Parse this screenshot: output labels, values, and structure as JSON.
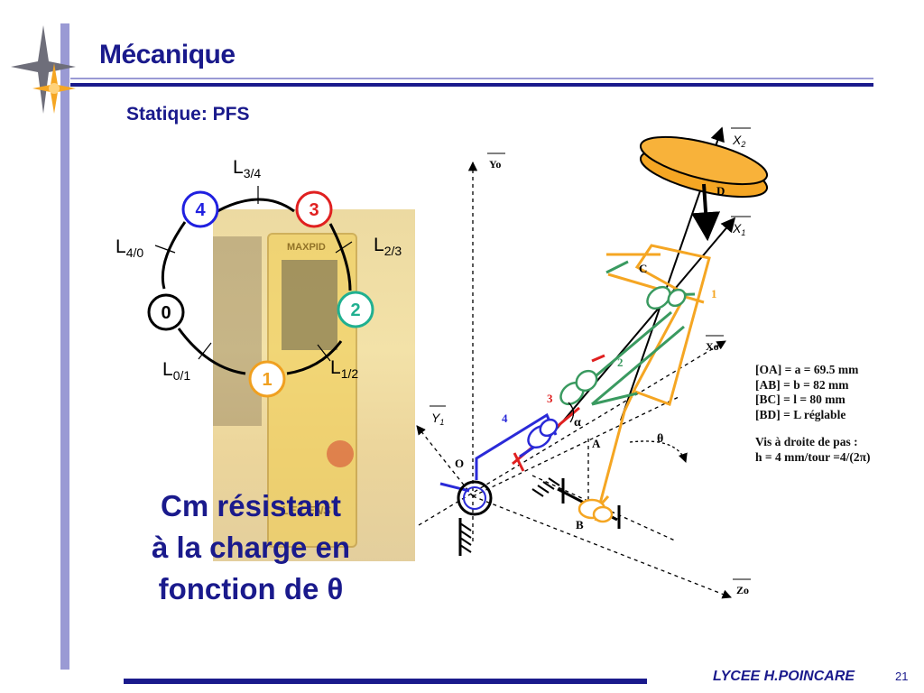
{
  "title": "Mécanique",
  "subtitle": "Statique: PFS",
  "graph": {
    "nodes": [
      {
        "id": "0",
        "color": "#000000"
      },
      {
        "id": "1",
        "color": "#f0a020"
      },
      {
        "id": "2",
        "color": "#20b090"
      },
      {
        "id": "3",
        "color": "#e02020"
      },
      {
        "id": "4",
        "color": "#2020e0"
      }
    ],
    "links": [
      {
        "main": "L",
        "sub": "3/4"
      },
      {
        "main": "L",
        "sub": "4/0"
      },
      {
        "main": "L",
        "sub": "2/3"
      },
      {
        "main": "L",
        "sub": "0/1"
      },
      {
        "main": "L",
        "sub": "1/2"
      }
    ]
  },
  "photo_labels": [
    "MAXPID",
    "LE LENS"
  ],
  "main_text": [
    "Cm résistant",
    "à la charge en",
    "fonction de θ"
  ],
  "diagram": {
    "axes": {
      "yo": "Yo",
      "xo": "Xo",
      "zo": "Zo",
      "x1": "X",
      "x1_sub": "1",
      "x2": "X",
      "x2_sub": "2",
      "y1": "Y",
      "y1_sub": "1"
    },
    "points": {
      "o": "O",
      "a": "A",
      "b": "B",
      "c": "C",
      "d": "D"
    },
    "solid_labels": {
      "s1": "1",
      "s2": "2",
      "s3": "3",
      "s4": "4"
    },
    "angles": {
      "theta": "θ",
      "alpha": "α"
    },
    "colors": {
      "solid1": "#f5a623",
      "solid2": "#3a9a60",
      "solid3": "#e02020",
      "solid4": "#2a2ad8"
    }
  },
  "specs": [
    "[OA] = a = 69.5 mm",
    "[AB] = b = 82 mm",
    "[BC] =  l = 80 mm",
    "[BD] = L  réglable",
    "",
    "Vis à droite de pas :",
    "h = 4 mm/tour =4/(2π)"
  ],
  "footer": {
    "school": "LYCEE H.POINCARE",
    "page": "21"
  },
  "theme": {
    "navy": "#1a1a8c",
    "lavender": "#9a9ad4",
    "star_orange": "#f5a623",
    "star_grey": "#6e6e7a"
  }
}
